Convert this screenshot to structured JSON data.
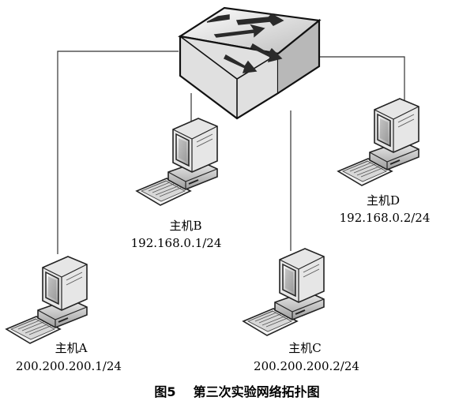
{
  "hosts": {
    "a": {
      "name": "主机A",
      "ip": "200.200.200.1/24"
    },
    "b": {
      "name": "主机B",
      "ip": "192.168.0.1/24"
    },
    "c": {
      "name": "主机C",
      "ip": "200.200.200.2/24"
    },
    "d": {
      "name": "主机D",
      "ip": "192.168.0.2/24"
    }
  },
  "caption": {
    "number": "图5",
    "text": "第三次实验网络拓扑图"
  },
  "icons": {
    "switch": "switch-icon",
    "computer": "computer-icon"
  }
}
